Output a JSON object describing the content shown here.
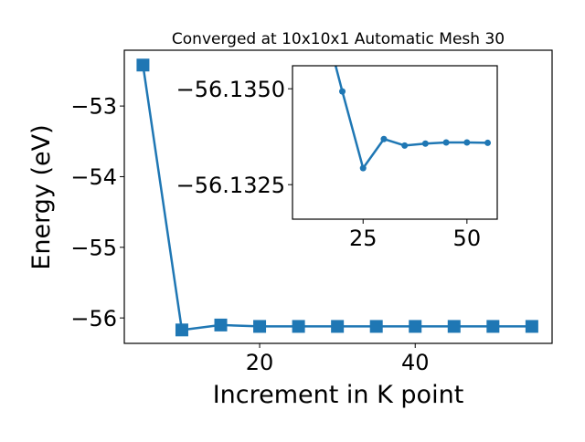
{
  "chart_data": [
    {
      "type": "line",
      "title": "Converged at 10x10x1 Automatic Mesh 30",
      "xlabel": "Increment in K point",
      "ylabel": "Energy (eV)",
      "xlim": [
        2.6,
        57.6
      ],
      "ylim": [
        -56.36,
        -52.21
      ],
      "xticks": [
        20,
        40
      ],
      "xtick_labels": [
        "20",
        "40"
      ],
      "yticks": [
        -53,
        -54,
        -55,
        -56
      ],
      "ytick_labels": [
        "−53",
        "−54",
        "−55",
        "−56"
      ],
      "grid": false,
      "marker": "square",
      "color": "#1f77b4",
      "x": [
        5,
        10,
        15,
        20,
        25,
        30,
        35,
        40,
        45,
        50,
        55
      ],
      "y": [
        -52.42,
        -56.17,
        -56.1,
        -56.12,
        -56.12,
        -56.12,
        -56.12,
        -56.12,
        -56.12,
        -56.12,
        -56.12
      ]
    },
    {
      "type": "line",
      "inset": true,
      "xlim": [
        8,
        57.3
      ],
      "ylim": [
        -56.1316,
        -56.1356
      ],
      "y_inverted": true,
      "xticks": [
        25,
        50
      ],
      "xtick_labels": [
        "25",
        "50"
      ],
      "yticks": [
        -56.135,
        -56.1325
      ],
      "ytick_labels": [
        "−56.1350",
        "−56.1325"
      ],
      "marker": "circle",
      "color": "#1f77b4",
      "x": [
        15,
        20,
        25,
        30,
        35,
        40,
        45,
        50,
        55
      ],
      "y": [
        -56.137,
        -56.13493,
        -56.13293,
        -56.13369,
        -56.13352,
        -56.13357,
        -56.1336,
        -56.1336,
        -56.13359
      ]
    }
  ]
}
